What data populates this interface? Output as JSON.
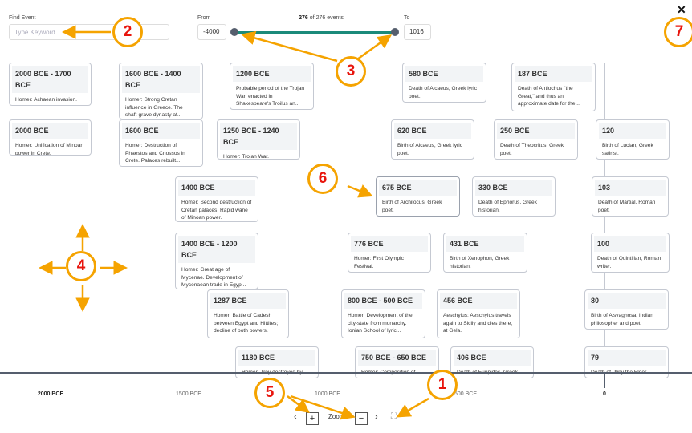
{
  "search": {
    "label": "Find Event",
    "placeholder": "Type Keyword"
  },
  "range": {
    "from_label": "From",
    "from_value": "-4000",
    "to_label": "To",
    "to_value": "1016",
    "shown": "276",
    "of_text": "of",
    "total": "276",
    "events_word": "events"
  },
  "close_glyph": "✕",
  "axis": {
    "ticks": [
      {
        "label": "2000 BCE",
        "bold": true
      },
      {
        "label": "1500 BCE",
        "bold": false
      },
      {
        "label": "1000 BCE",
        "bold": false
      },
      {
        "label": "500 BCE",
        "bold": false
      },
      {
        "label": "0",
        "bold": true
      }
    ]
  },
  "events": [
    {
      "date": "2000 BCE - 1700 BCE",
      "desc": "Homer: Achaean invasion."
    },
    {
      "date": "2000 BCE",
      "desc": "Homer: Unification of Minoan power in Crete."
    },
    {
      "date": "1600 BCE - 1400 BCE",
      "desc": "Homer: Strong Cretan influence in Greece. The shaft-grave dynasty at..."
    },
    {
      "date": "1600 BCE",
      "desc": "Homer: Destruction of Phaestos and Cnossos in Crete. Palaces rebuilt...."
    },
    {
      "date": "1200 BCE",
      "desc": "Probable period of the Trojan War, enacted in Shakespeare's Troilus an..."
    },
    {
      "date": "1250 BCE - 1240 BCE",
      "desc": "Homer: Trojan War."
    },
    {
      "date": "1400 BCE",
      "desc": "Homer: Second destruction of Cretan palaces. Rapid wane of Minoan power."
    },
    {
      "date": "1400 BCE - 1200 BCE",
      "desc": "Homer: Great age of Mycenae. Development of Mycenaean trade in Egyp..."
    },
    {
      "date": "1287 BCE",
      "desc": "Homer: Battle of Cadesh between Egypt and Hittites; decline of both powers."
    },
    {
      "date": "1180 BCE",
      "desc": "Homer: Troy destroyed by"
    },
    {
      "date": "580 BCE",
      "desc": "Death of Alcaeus, Greek lyric poet."
    },
    {
      "date": "620 BCE",
      "desc": "Birth of Alcaeus, Greek lyric poet."
    },
    {
      "date": "675 BCE",
      "desc": "Birth of Archilocus, Greek poet."
    },
    {
      "date": "776 BCE",
      "desc": "Homer: First Olympic Festival."
    },
    {
      "date": "800 BCE - 500 BCE",
      "desc": "Homer: Development of the city-state from monarchy. Ionian School of lyric..."
    },
    {
      "date": "750 BCE - 650 BCE",
      "desc": "Homer: Composition of"
    },
    {
      "date": "187 BCE",
      "desc": "Death of Antiochus \"the Great,\" and thus an approximate date for the..."
    },
    {
      "date": "250 BCE",
      "desc": "Death of Theocritus, Greek poet."
    },
    {
      "date": "330 BCE",
      "desc": "Death of Ephorus, Greek historian."
    },
    {
      "date": "431 BCE",
      "desc": "Birth of Xenophon, Greek historian."
    },
    {
      "date": "456 BCE",
      "desc": "Aeschylus: Aeschylus travels again to Sicily and dies there, at Gela."
    },
    {
      "date": "406 BCE",
      "desc": "Death of Euripides, Greek"
    },
    {
      "date": "120",
      "desc": "Birth of Lucian, Greek satirist."
    },
    {
      "date": "103",
      "desc": "Death of Martial, Roman poet."
    },
    {
      "date": "100",
      "desc": "Death of Quintilian, Roman writer."
    },
    {
      "date": "80",
      "desc": "Birth of A'svaghosa, Indian philosopher and poet."
    },
    {
      "date": "79",
      "desc": "Death of Pliny the Elder."
    }
  ],
  "zoom": {
    "label": "Zoom",
    "plus": "+",
    "minus": "−",
    "prev": "‹",
    "next": "›",
    "fit": "⛶"
  },
  "callouts": [
    "1",
    "2",
    "3",
    "4",
    "5",
    "6",
    "7"
  ]
}
